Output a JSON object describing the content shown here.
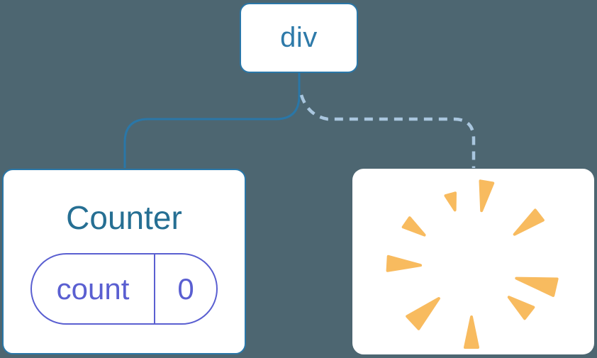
{
  "colors": {
    "background": "#4d6671",
    "node_bg": "#ffffff",
    "node_border": "#2a77a8",
    "div_label": "#2e7aa9",
    "component_title": "#266f93",
    "state_pill": "#5a5fd1",
    "dashed_line": "#a9c6de",
    "burst": "#f8bb5f"
  },
  "tree": {
    "root": {
      "label": "div"
    },
    "children": [
      {
        "type": "component",
        "title": "Counter",
        "state": {
          "key": "count",
          "value": "0"
        },
        "connection": "solid"
      },
      {
        "type": "removed",
        "icon": "poof-burst-icon",
        "connection": "dashed"
      }
    ]
  }
}
